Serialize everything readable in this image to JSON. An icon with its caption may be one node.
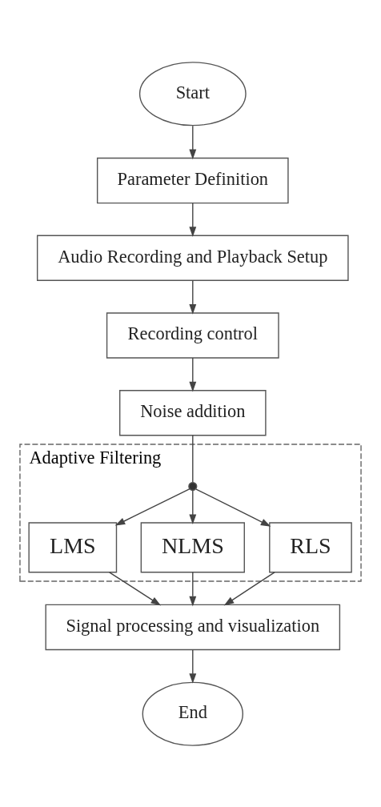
{
  "diagram": {
    "nodes": [
      {
        "text": [
          "Start"
        ]
      },
      {
        "text": [
          "Parameter Definition"
        ]
      },
      {
        "text": [
          "Audio Recording and Playback Setup"
        ]
      },
      {
        "text": [
          "Recording control"
        ]
      },
      {
        "text": [
          "Noise addition"
        ]
      },
      {
        "text": [
          "Adaptive Filtering"
        ]
      },
      {
        "text": [],
        "shape": "circle",
        "in": 5
      },
      {
        "text": [
          "LMS"
        ],
        "in": 5
      },
      {
        "text": [
          "NLMS"
        ],
        "in": 5
      },
      {
        "text": [
          "RLS"
        ],
        "in": 5
      },
      {
        "text": [
          "Signal processing and visualization"
        ]
      },
      {
        "text": [
          "End"
        ]
      }
    ],
    "edges": [
      {
        "from": 0,
        "to": 1,
        "arrow": "to"
      },
      {
        "from": 1,
        "to": 2,
        "arrow": "to"
      },
      {
        "from": 2,
        "to": 3,
        "arrow": "to"
      },
      {
        "from": 3,
        "to": 4,
        "arrow": "to"
      },
      {
        "from": 4,
        "to": 6,
        "arrow": "none"
      },
      {
        "from": 6,
        "to": 7,
        "arrow": "to"
      },
      {
        "from": 6,
        "to": 8,
        "arrow": "to"
      },
      {
        "from": 6,
        "to": 9,
        "arrow": "to"
      },
      {
        "from": 7,
        "to": 10,
        "arrow": "to"
      },
      {
        "from": 8,
        "to": 10,
        "arrow": "to"
      },
      {
        "from": 9,
        "to": 10,
        "arrow": "to"
      },
      {
        "from": 10,
        "to": 11,
        "arrow": "to"
      }
    ]
  }
}
